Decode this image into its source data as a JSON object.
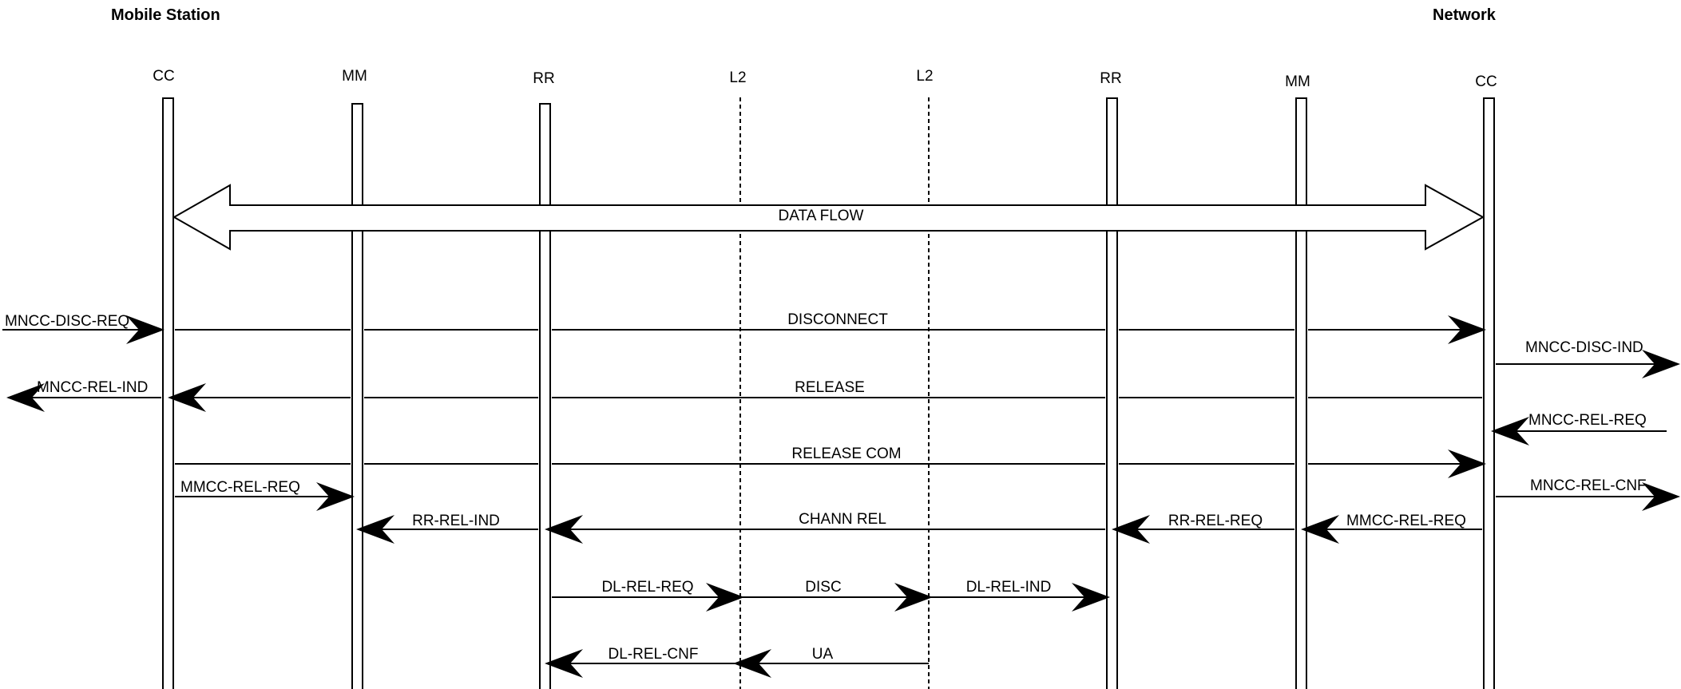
{
  "header": {
    "left_title": "Mobile Station",
    "right_title": "Network"
  },
  "lifelines": [
    {
      "label": "CC",
      "style": "bar"
    },
    {
      "label": "MM",
      "style": "bar"
    },
    {
      "label": "RR",
      "style": "bar"
    },
    {
      "label": "L2",
      "style": "dashed"
    },
    {
      "label": "L2",
      "style": "dashed"
    },
    {
      "label": "RR",
      "style": "bar"
    },
    {
      "label": "MM",
      "style": "bar"
    },
    {
      "label": "CC",
      "style": "bar"
    }
  ],
  "data_flow": {
    "label": "DATA FLOW",
    "between": [
      "CC",
      "CC"
    ],
    "direction": "bidirectional"
  },
  "messages": [
    {
      "label": "MNCC-DISC-REQ",
      "from": "external-left",
      "to": "CC (Mobile Station)"
    },
    {
      "label": "DISCONNECT",
      "from": "CC (Mobile Station)",
      "to": "CC (Network)"
    },
    {
      "label": "MNCC-DISC-IND",
      "from": "CC (Network)",
      "to": "external-right"
    },
    {
      "label": "MNCC-REL-IND",
      "from": "CC (Mobile Station)",
      "to": "external-left"
    },
    {
      "label": "RELEASE",
      "from": "CC (Network)",
      "to": "CC (Mobile Station)"
    },
    {
      "label": "MNCC-REL-REQ",
      "from": "external-right",
      "to": "CC (Network)"
    },
    {
      "label": "RELEASE COM",
      "from": "CC (Mobile Station)",
      "to": "CC (Network)"
    },
    {
      "label": "MMCC-REL-REQ",
      "from": "CC (Mobile Station)",
      "to": "MM (Mobile Station)"
    },
    {
      "label": "MNCC-REL-CNF",
      "from": "CC (Network)",
      "to": "external-right"
    },
    {
      "label": "RR-REL-IND",
      "from": "RR (Mobile Station)",
      "to": "MM (Mobile Station)"
    },
    {
      "label": "CHANN REL",
      "from": "RR (Network)",
      "to": "RR (Mobile Station)"
    },
    {
      "label": "RR-REL-REQ",
      "from": "MM (Network)",
      "to": "RR (Network)"
    },
    {
      "label": "MMCC-REL-REQ",
      "from": "CC (Network)",
      "to": "MM (Network)"
    },
    {
      "label": "DL-REL-REQ",
      "from": "RR (Mobile Station)",
      "to": "L2 (Mobile Station)"
    },
    {
      "label": "DISC",
      "from": "L2 (Mobile Station)",
      "to": "L2 (Network)"
    },
    {
      "label": "DL-REL-IND",
      "from": "L2 (Network)",
      "to": "RR (Network)"
    },
    {
      "label": "DL-REL-CNF",
      "from": "L2 (Mobile Station)",
      "to": "RR (Mobile Station)"
    },
    {
      "label": "UA",
      "from": "L2 (Network)",
      "to": "L2 (Mobile Station)"
    }
  ]
}
